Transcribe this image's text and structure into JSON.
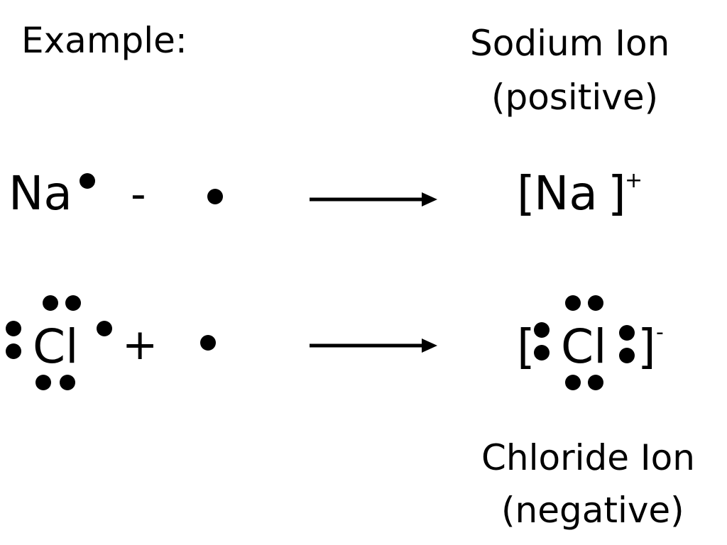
{
  "heading": "Example:",
  "sodium_ion": {
    "line1": "Sodium Ion",
    "line2": "(positive)"
  },
  "chloride_ion": {
    "line1": "Chloride Ion",
    "line2": "(negative)"
  },
  "row1": {
    "element": "Na",
    "operator": "-",
    "product_open": "[",
    "product_element": "Na",
    "product_close": "]",
    "charge": "+"
  },
  "row2": {
    "element": "Cl",
    "operator": "+",
    "product_open": "[",
    "product_element": "Cl",
    "product_close": "]",
    "charge": "-"
  }
}
